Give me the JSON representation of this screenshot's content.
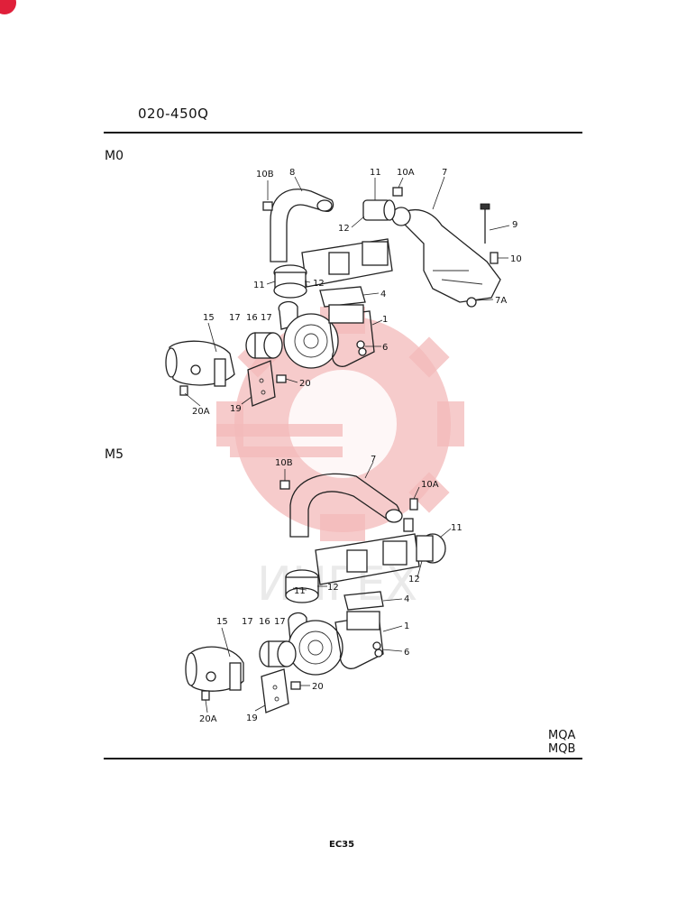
{
  "header": {
    "part_code": "020-450Q"
  },
  "sections": [
    {
      "label": "M0",
      "callouts": [
        "10B",
        "8",
        "11",
        "10A",
        "7",
        "12",
        "9",
        "10",
        "11",
        "12",
        "4",
        "7A",
        "15",
        "17",
        "16",
        "17",
        "1",
        "6",
        "20",
        "20A",
        "19"
      ]
    },
    {
      "label": "M5",
      "callouts": [
        "10B",
        "7",
        "10A",
        "11",
        "11",
        "12",
        "12",
        "4",
        "15",
        "17",
        "16",
        "17",
        "1",
        "6",
        "20",
        "20A",
        "19"
      ]
    }
  ],
  "model_codes": [
    "MQA",
    "MQB"
  ],
  "footer": {
    "page_number": "EC35"
  },
  "colors": {
    "ink": "#111111",
    "watermark": "#f3b9b9",
    "badge": "#e0203a"
  },
  "watermark": {
    "type": "gear-logo",
    "text": "ИНГЕХ"
  }
}
